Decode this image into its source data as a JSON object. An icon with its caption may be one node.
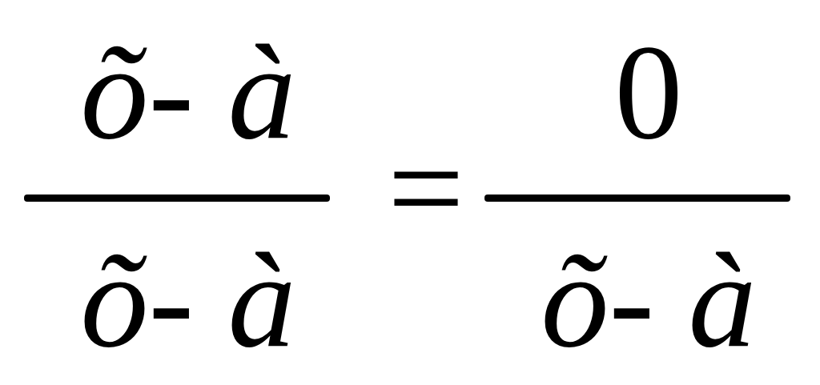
{
  "diagram": {
    "labels": [
      "õ- à",
      "0",
      "=",
      "õ- à",
      "õ- à"
    ]
  }
}
